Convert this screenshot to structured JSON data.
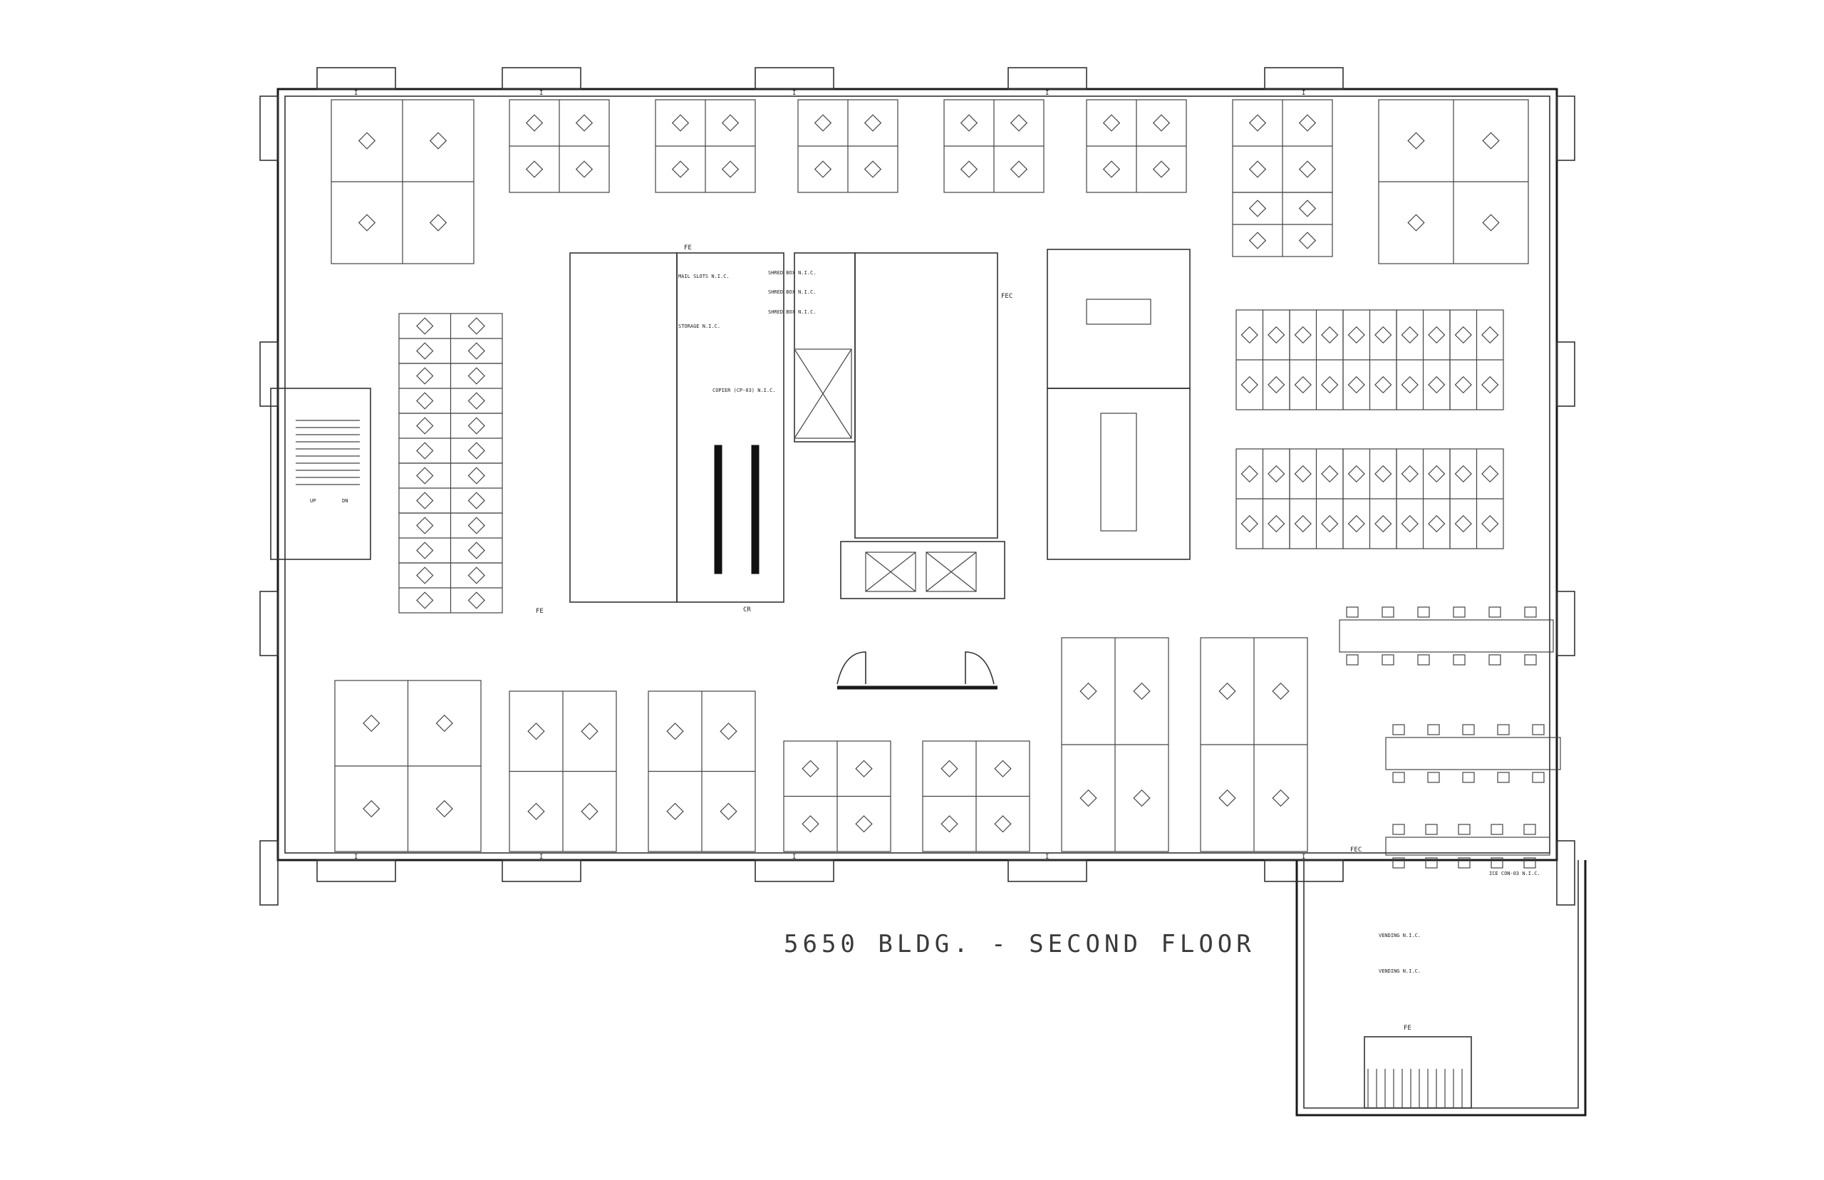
{
  "drawing": {
    "title": "5650 BLDG.  - SECOND FLOOR",
    "labels": {
      "fe": "FE",
      "fec": "FEC",
      "cr": "CR",
      "column_mark": "I",
      "stair_up": "UP",
      "stair_dn": "DN",
      "mail_slots": "MAIL SLOTS N.I.C.",
      "storage": "STORAGE N.I.C.",
      "shred_box": "SHRED BOX N.I.C.",
      "copier": "COPIER (CP-03) N.I.C.",
      "ice": "ICE CON-03 N.I.C.",
      "vending": "VENDING N.I.C."
    }
  }
}
